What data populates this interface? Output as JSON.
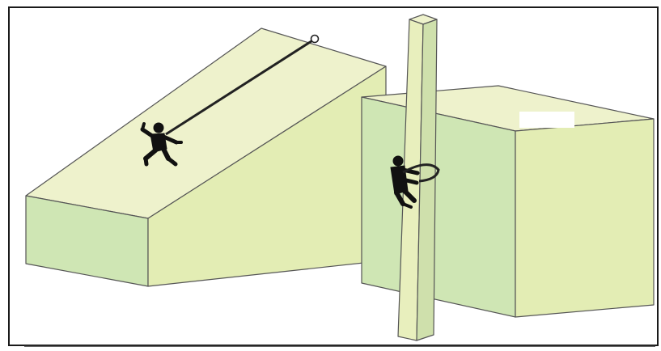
{
  "figure": {
    "has_text": false,
    "colors": {
      "background": "#ffffff",
      "border": "#1a1a1a",
      "block_top": "#eef2cc",
      "block_front_light": "#e3edb4",
      "block_side_green": "#cfe6b4",
      "pole_light": "#e8efbd",
      "pole_dark": "#cfe0ac",
      "figure_black": "#111111"
    },
    "elements": [
      "outer-frame",
      "sloped-block",
      "rope-anchor",
      "rope",
      "climbing-figure-slope",
      "rectangular-block",
      "pole",
      "climbing-figure-pole",
      "pole-strap"
    ]
  }
}
